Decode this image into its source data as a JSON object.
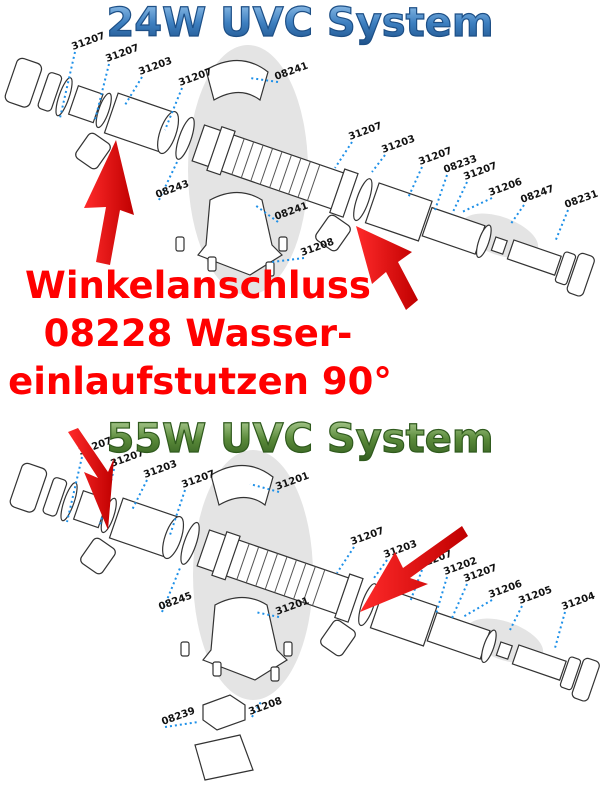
{
  "systems": [
    {
      "title": "24W UVC System",
      "title_color": "#2f6fb0",
      "part_labels": [
        "31207",
        "31207",
        "31203",
        "31207",
        "08241",
        "08243",
        "08241",
        "31207",
        "31203",
        "31207",
        "08233",
        "31207",
        "31206",
        "08247",
        "08231",
        "31208"
      ]
    },
    {
      "title": "55W UVC System",
      "title_color": "#4a7a2e",
      "part_labels": [
        "31207",
        "31207",
        "31203",
        "31207",
        "31201",
        "08245",
        "31201",
        "31207",
        "31203",
        "31207",
        "31202",
        "31207",
        "31206",
        "31205",
        "31204",
        "31208",
        "08239"
      ]
    }
  ],
  "annotation": {
    "lines": [
      "Winkelanschluss",
      "08228 Wasser-",
      "einlaufstutzen 90°"
    ],
    "color": "#ff0000"
  },
  "colors": {
    "leader_lines": "#1e90e8",
    "arrows": "#ff0000",
    "shadow": "#e4e4e4"
  }
}
